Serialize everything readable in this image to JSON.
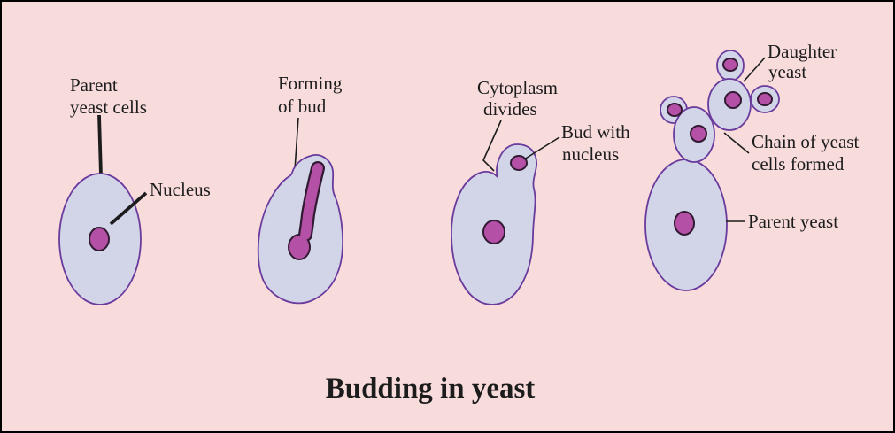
{
  "title": "Budding in yeast",
  "stage1": {
    "label_parent_line1": "Parent",
    "label_parent_line2": "yeast cells",
    "label_nucleus": "Nucleus"
  },
  "stage2": {
    "label_forming_line1": "Forming",
    "label_forming_line2": "of bud"
  },
  "stage3": {
    "label_cytoplasm_line1": "Cytoplasm",
    "label_cytoplasm_line2": "divides",
    "label_bud_line1": "Bud with",
    "label_bud_line2": "nucleus"
  },
  "stage4": {
    "label_daughter_line1": "Daughter",
    "label_daughter_line2": "yeast",
    "label_chain_line1": "Chain of yeast",
    "label_chain_line2": "cells formed",
    "label_parent": "Parent yeast"
  },
  "colors": {
    "background": "#f8dcdc",
    "cell_fill": "#d2d4e8",
    "cell_outline": "#6a3a9c",
    "nucleus_fill": "#b451a6",
    "nucleus_outline": "#331a33",
    "label_line": "#1c1c1c",
    "text": "#1c1c1c",
    "border": "#000000"
  }
}
